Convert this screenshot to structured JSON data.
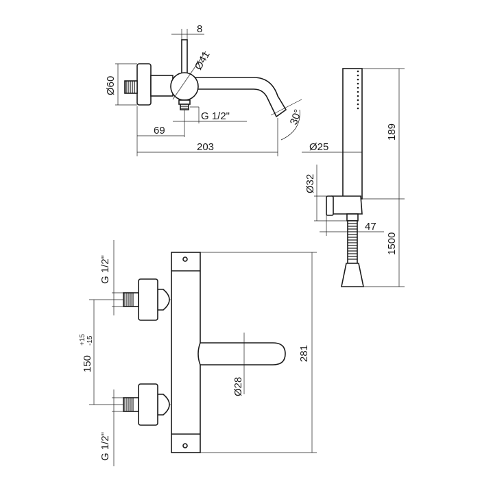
{
  "top_view": {
    "dim_8": "8",
    "dim_d41": "Ø41",
    "dim_d60": "Ø60",
    "dim_thread": "G 1/2\"",
    "dim_69": "69",
    "dim_203": "203",
    "dim_angle": "30°"
  },
  "hand_shower": {
    "dim_189": "189",
    "dim_d25": "Ø25",
    "dim_d32": "Ø32",
    "dim_47": "47",
    "dim_1500": "1500"
  },
  "front_view": {
    "dim_thread_top": "G 1/2\"",
    "dim_thread_bottom": "G 1/2\"",
    "dim_150": "150",
    "tol_plus": "+15",
    "tol_minus": "-15",
    "dim_d28": "Ø28",
    "dim_281": "281"
  }
}
